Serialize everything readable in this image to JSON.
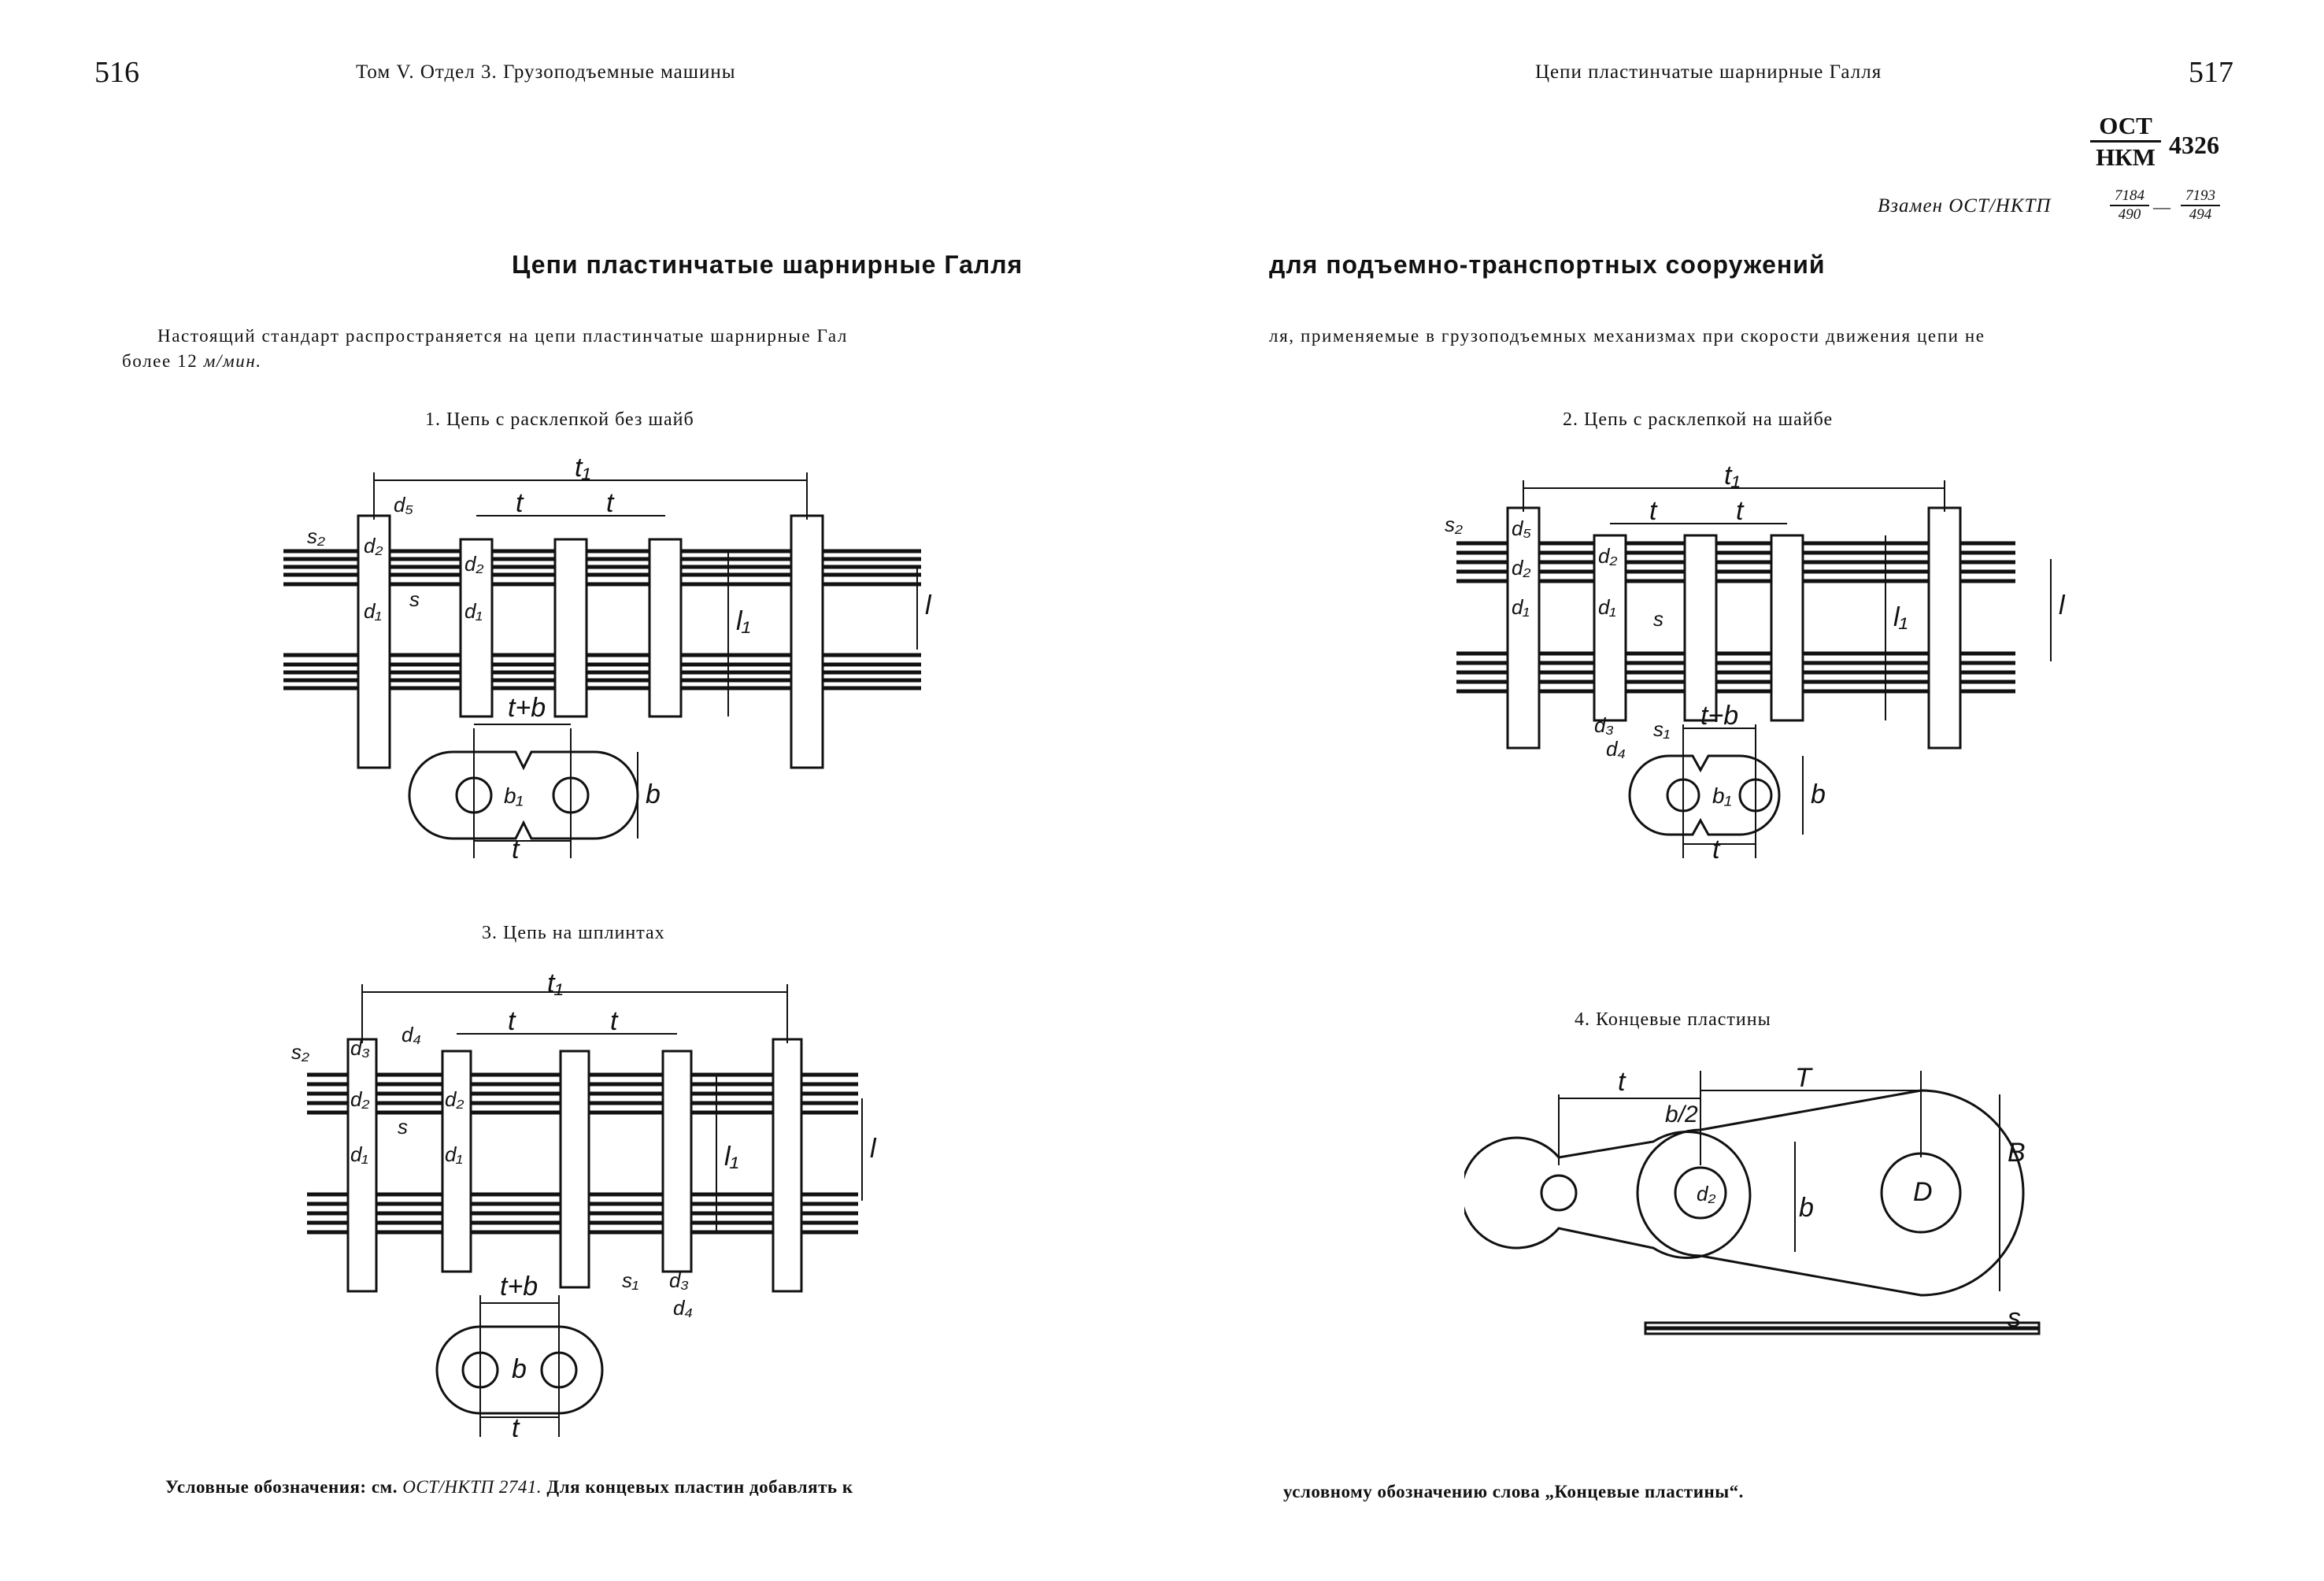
{
  "left_page": {
    "page_number": "516",
    "running_head": "Том V. Отдел 3. Грузоподъемные машины",
    "title": "Цепи пластинчатые шарнирные Галля",
    "intro_line1": "Настоящий стандарт распространяется на цепи пластинчатые шарнирные Гал",
    "intro_line2_prefix": "более 12 ",
    "intro_line2_unit": "м/мин.",
    "figure1_caption": "1. Цепь с расклепкой без шайб",
    "figure3_caption": "3. Цепь на шплинтах",
    "footer_prefix": "Условные обозначения: см. ",
    "footer_ref": "ОСТ/НКТП 2741.",
    "footer_suffix": " Для концевых пластин добавлять к"
  },
  "right_page": {
    "page_number": "517",
    "running_head": "Цепи пластинчатые шарнирные Галля",
    "standard_top": "ОСТ",
    "standard_bottom": "НКМ",
    "standard_number": "4326",
    "replaces_prefix": "Взамен ОСТ/НКТП",
    "replaces_num1": "7184",
    "replaces_den1": "490",
    "replaces_dash": "—",
    "replaces_num2": "7193",
    "replaces_den2": "494",
    "title": "для подъемно-транспортных сооружений",
    "intro_line1": "ля, применяемые в грузоподъемных механизмах при скорости движения цепи не",
    "figure2_caption": "2. Цепь с расклепкой на шайбе",
    "figure4_caption": "4. Концевые пластины",
    "footer": "условному обозначению слова „Концевые пластины“."
  },
  "dimension_labels": {
    "t": "t",
    "t1": "t₁",
    "tb": "t+b",
    "b": "b",
    "b1": "b₁",
    "b2": "b/2",
    "d1": "d₁",
    "d2": "d₂",
    "d3": "d₃",
    "d4": "d₄",
    "d5": "d₅",
    "s": "s",
    "s1": "s₁",
    "s2": "s₂",
    "l": "l",
    "l1": "l₁",
    "T": "T",
    "B": "B",
    "D": "D"
  }
}
